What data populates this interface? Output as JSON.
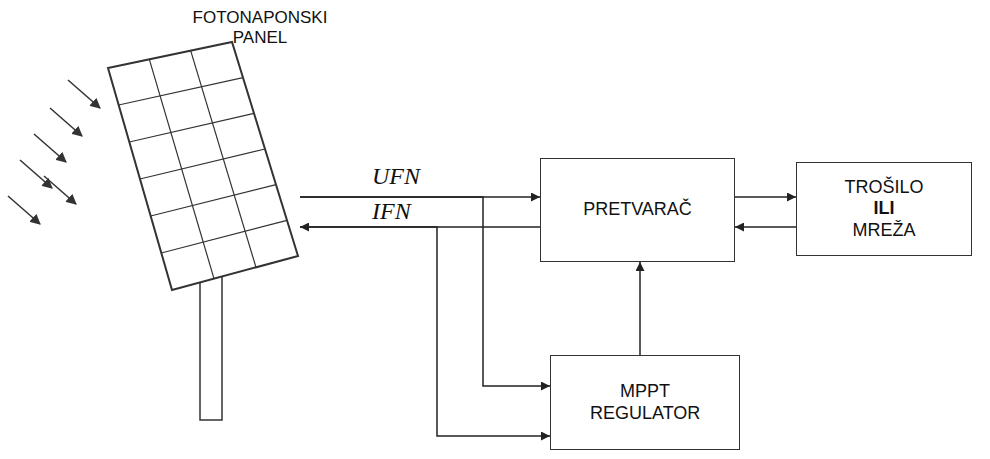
{
  "diagram": {
    "nodes": [
      {
        "text": [
          "FOTONAPONSKI PANEL"
        ]
      },
      {
        "text": [
          "PRETVARAČ"
        ]
      },
      {
        "text": [
          "TROŠILO",
          "ILI",
          "MREŽA"
        ]
      },
      {
        "text": [
          "MPPT REGULATOR"
        ]
      }
    ],
    "edges": [
      {
        "from": 0,
        "to": 1,
        "arrow": "to",
        "label": "UFN"
      },
      {
        "from": 1,
        "to": 0,
        "arrow": "to",
        "label": "IFN"
      },
      {
        "from": 1,
        "to": 2,
        "arrow": "to"
      },
      {
        "from": 2,
        "to": 1,
        "arrow": "to"
      },
      {
        "from": 0,
        "to": 3,
        "arrow": "to"
      },
      {
        "from": 0,
        "to": 3,
        "arrow": "to"
      },
      {
        "from": 3,
        "to": 1,
        "arrow": "to"
      }
    ]
  }
}
